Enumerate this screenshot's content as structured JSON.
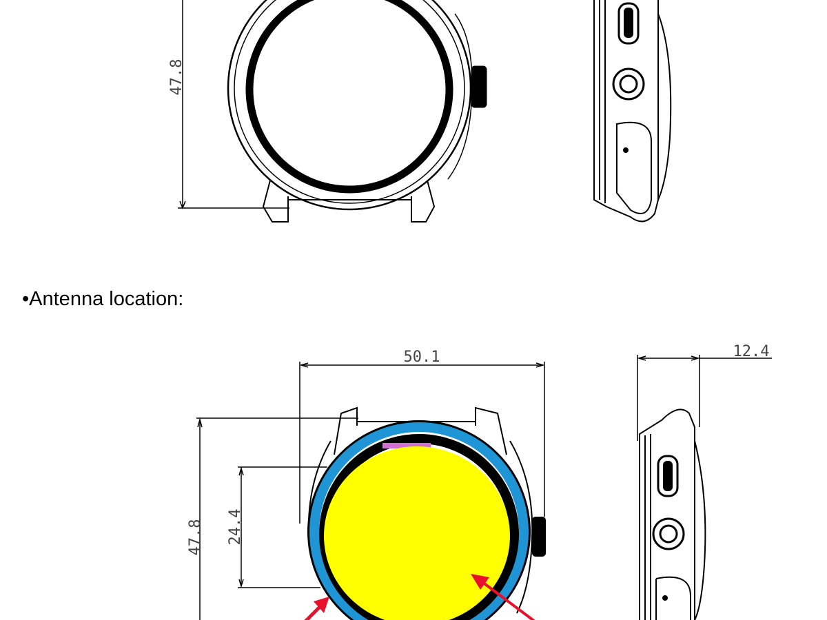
{
  "top_drawing": {
    "height_dim": "47.8"
  },
  "section": {
    "bullet": "•",
    "heading": "Antenna location:"
  },
  "bottom_drawing": {
    "width_dim": "50.1",
    "thickness_dim": "12.4",
    "height_dim": "47.8",
    "antenna_dim": "24.4"
  },
  "colors": {
    "bezel_antenna": "#1f95d6",
    "display_area": "#ffff00",
    "arrow": "#e8102a"
  }
}
